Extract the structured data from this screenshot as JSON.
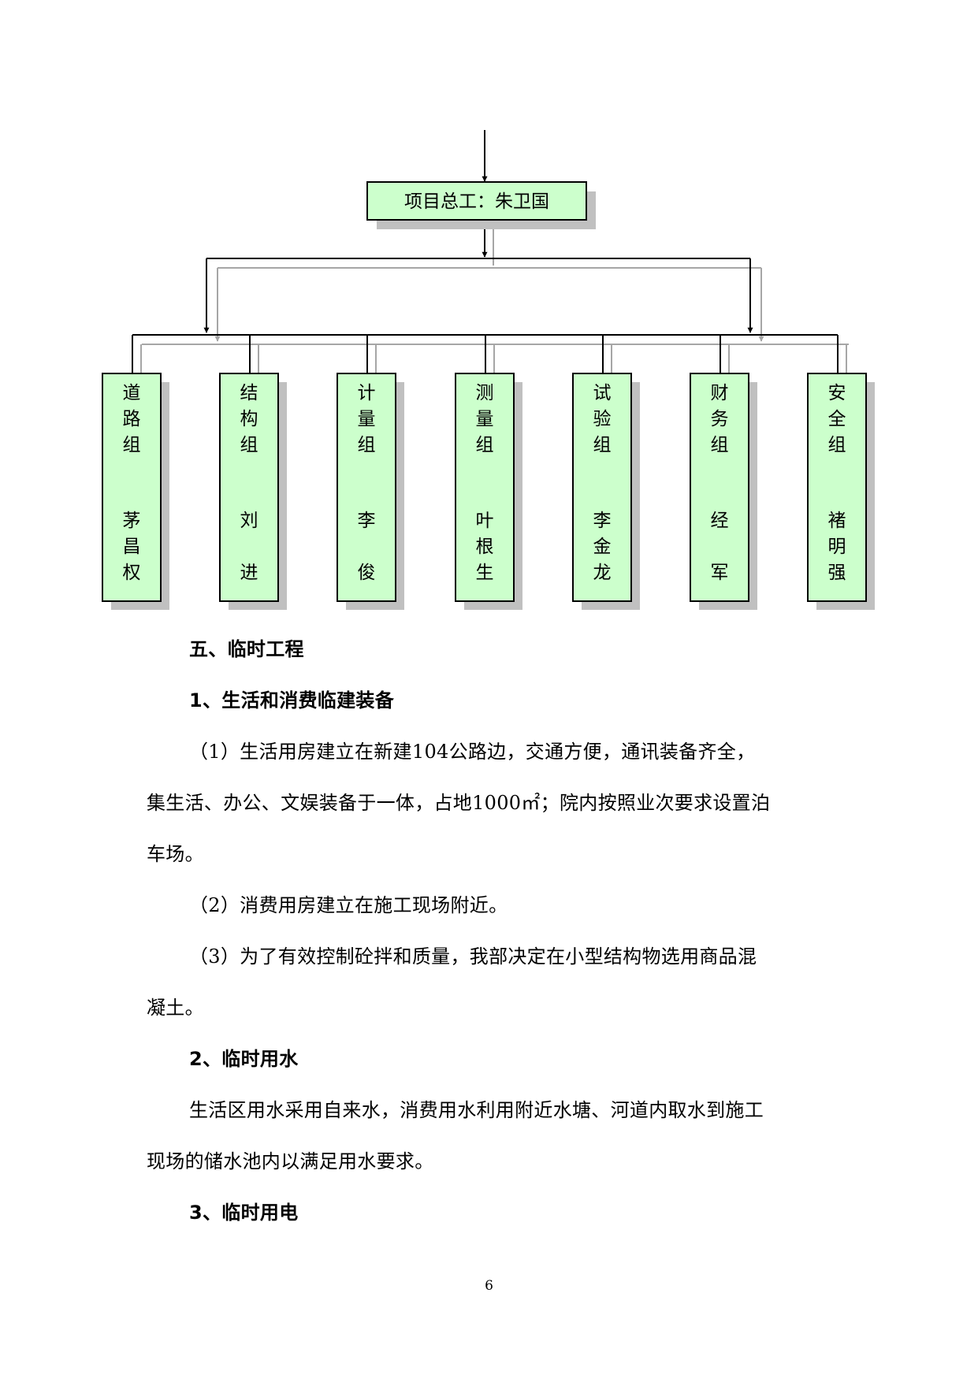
{
  "org_chart": {
    "top": {
      "label": "项目总工：朱卫国"
    },
    "groups": [
      {
        "name": "道路组",
        "leader": "茅昌权"
      },
      {
        "name": "结构组",
        "leader": "刘进"
      },
      {
        "name": "计量组",
        "leader": "李俊"
      },
      {
        "name": "测量组",
        "leader": "叶根生"
      },
      {
        "name": "试验组",
        "leader": "李金龙"
      },
      {
        "name": "财务组",
        "leader": "经军"
      },
      {
        "name": "安全组",
        "leader": "褚明强"
      }
    ],
    "colors": {
      "box_fill": "#ccffcc",
      "shadow": "#c0c0c0",
      "line": "#000000",
      "line_shadow": "#a6a6a6"
    }
  },
  "content": {
    "section_title": "五、临时工程",
    "sub1": {
      "title": "1、生活和消费临建装备",
      "lines": [
        "（1）生活用房建立在新建104公路边，交通方便，通讯装备齐全，",
        "集生活、办公、文娱装备于一体，占地1000㎡；院内按照业次要求设置泊",
        "车场。",
        "（2）消费用房建立在施工现场附近。",
        "（3）为了有效控制砼拌和质量，我部决定在小型结构物选用商品混",
        "凝土。"
      ]
    },
    "sub2": {
      "title": "2、临时用水",
      "lines": [
        "生活区用水采用自来水，消费用水利用附近水塘、河道内取水到施工",
        "现场的储水池内以满足用水要求。"
      ]
    },
    "sub3": {
      "title": "3、临时用电"
    }
  },
  "page_number": "6"
}
